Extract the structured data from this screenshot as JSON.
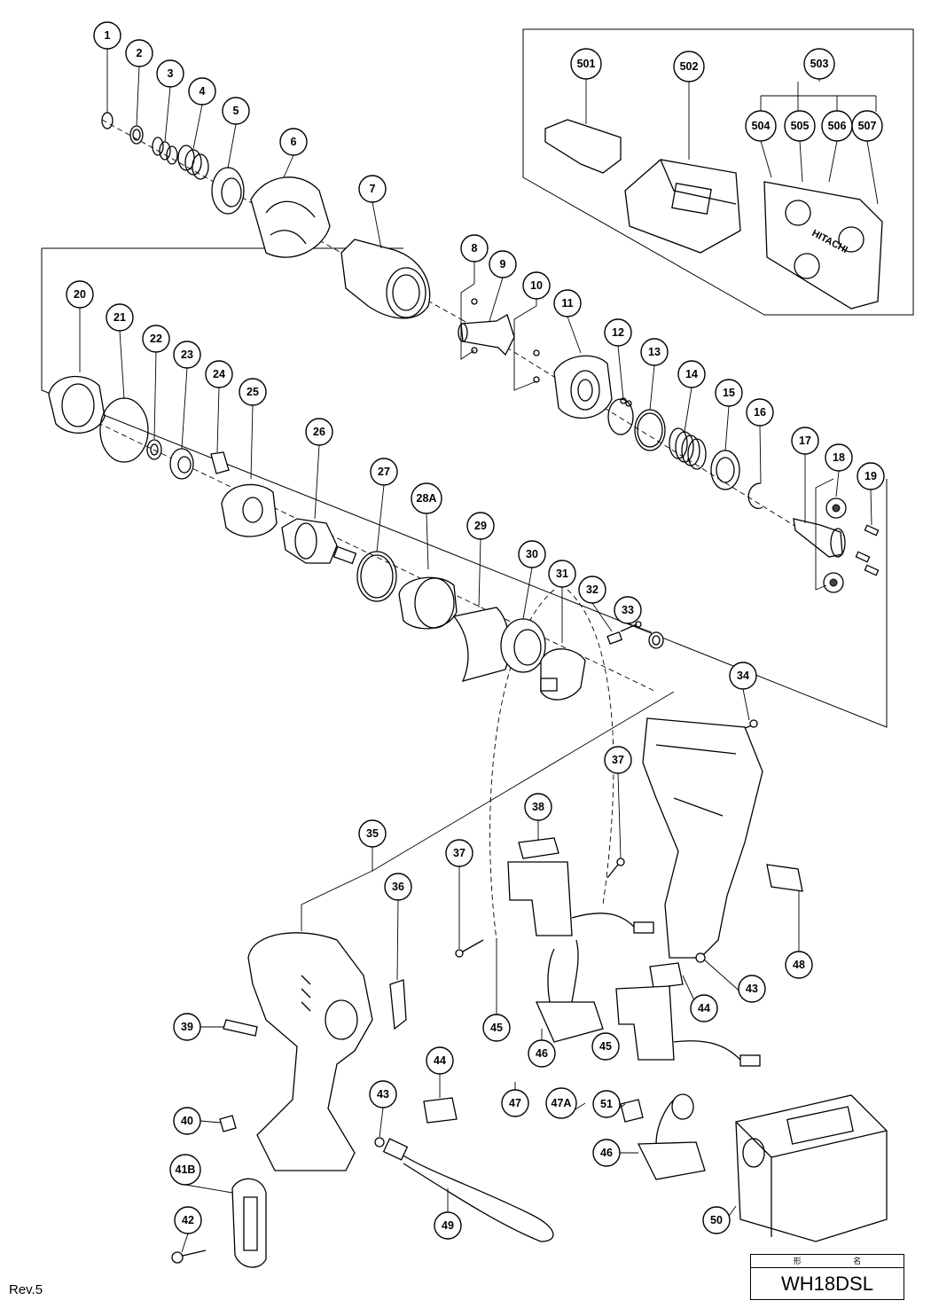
{
  "revision": "Rev.5",
  "model_header": "形 名",
  "model_name": "WH18DSL",
  "brand_on_case": "HITACHI",
  "callouts": [
    {
      "label": "1"
    },
    {
      "label": "2"
    },
    {
      "label": "3"
    },
    {
      "label": "4"
    },
    {
      "label": "5"
    },
    {
      "label": "6"
    },
    {
      "label": "7"
    },
    {
      "label": "8"
    },
    {
      "label": "9"
    },
    {
      "label": "10"
    },
    {
      "label": "11"
    },
    {
      "label": "12"
    },
    {
      "label": "13"
    },
    {
      "label": "14"
    },
    {
      "label": "15"
    },
    {
      "label": "16"
    },
    {
      "label": "17"
    },
    {
      "label": "18"
    },
    {
      "label": "19"
    },
    {
      "label": "20"
    },
    {
      "label": "21"
    },
    {
      "label": "22"
    },
    {
      "label": "23"
    },
    {
      "label": "24"
    },
    {
      "label": "25"
    },
    {
      "label": "26"
    },
    {
      "label": "27"
    },
    {
      "label": "28A"
    },
    {
      "label": "29"
    },
    {
      "label": "30"
    },
    {
      "label": "31"
    },
    {
      "label": "32"
    },
    {
      "label": "33"
    },
    {
      "label": "34"
    },
    {
      "label": "35"
    },
    {
      "label": "36"
    },
    {
      "label": "37"
    },
    {
      "label": "37"
    },
    {
      "label": "38"
    },
    {
      "label": "39"
    },
    {
      "label": "40"
    },
    {
      "label": "41B"
    },
    {
      "label": "42"
    },
    {
      "label": "43"
    },
    {
      "label": "43"
    },
    {
      "label": "44"
    },
    {
      "label": "44"
    },
    {
      "label": "45"
    },
    {
      "label": "45"
    },
    {
      "label": "46"
    },
    {
      "label": "46"
    },
    {
      "label": "47"
    },
    {
      "label": "47A"
    },
    {
      "label": "48"
    },
    {
      "label": "49"
    },
    {
      "label": "50"
    },
    {
      "label": "51"
    },
    {
      "label": "501"
    },
    {
      "label": "502"
    },
    {
      "label": "503"
    },
    {
      "label": "504"
    },
    {
      "label": "505"
    },
    {
      "label": "506"
    },
    {
      "label": "507"
    }
  ]
}
